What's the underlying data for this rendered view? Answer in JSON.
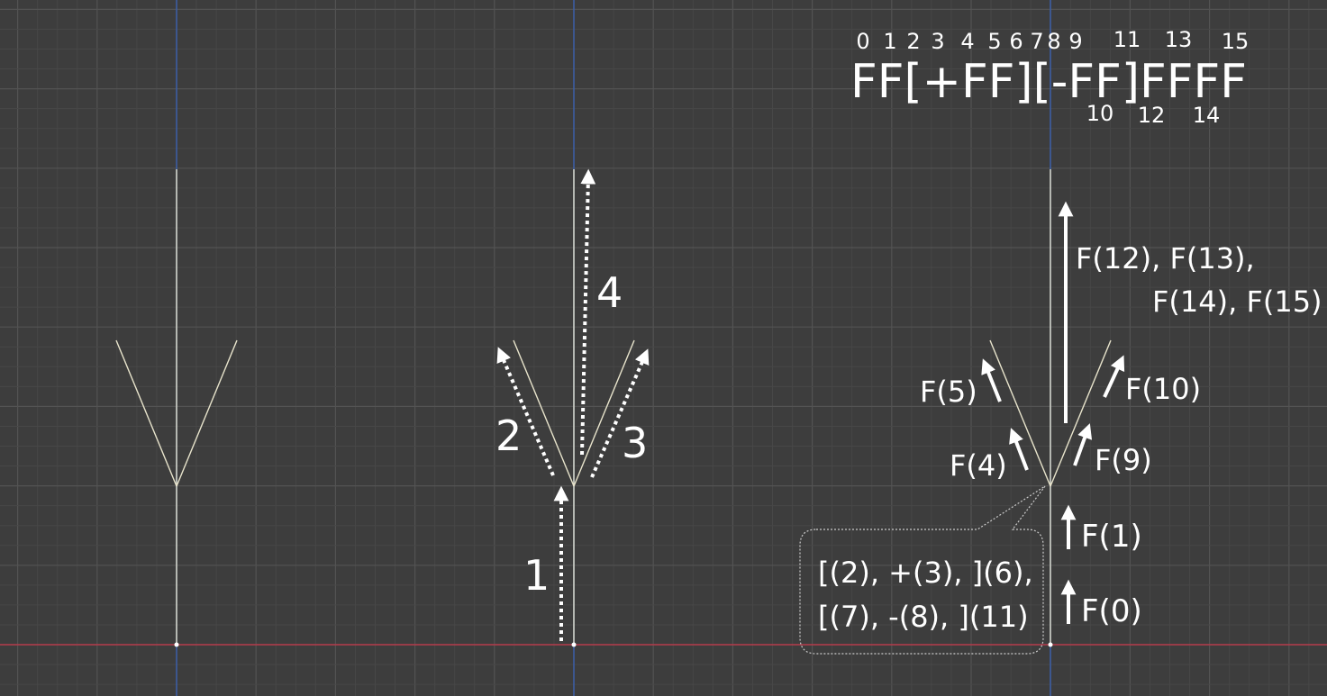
{
  "lsystem": {
    "string": "FF[+FF][-FF]FFFF",
    "index_top": [
      "0",
      "1",
      "2",
      "3",
      "4",
      "5",
      "6",
      "7",
      "8",
      "9",
      "11",
      "13",
      "15"
    ],
    "index_bottom": [
      "10",
      "12",
      "14"
    ]
  },
  "step_labels": [
    "1",
    "2",
    "3",
    "4"
  ],
  "callout": {
    "line1": "[(2), +(3), ](6),",
    "line2": "[(7), -(8), ](11)"
  },
  "f_labels": {
    "f0": "F(0)",
    "f1": "F(1)",
    "f4": "F(4)",
    "f5": "F(5)",
    "f9": "F(9)",
    "f10": "F(10)",
    "f12_line1": "F(12), F(13),",
    "f12_line2": "F(14), F(15)"
  },
  "colors": {
    "background": "#3d3d3d",
    "grid_minor": "#474747",
    "grid_major": "#535353",
    "x_axis": "#b33a4a",
    "y_axis": "#3b5ea8",
    "tree_line": "#e8e4cc",
    "arrow": "#ffffff"
  }
}
